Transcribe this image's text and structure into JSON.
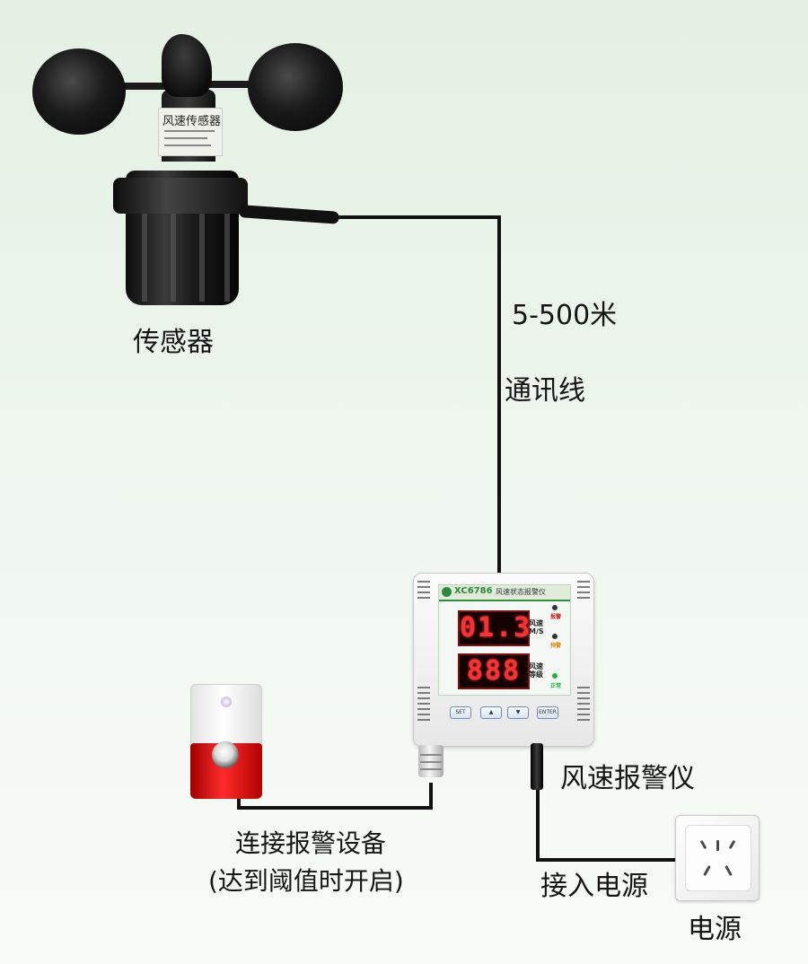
{
  "labels": {
    "sensor": "传感器",
    "cable_length": "5-500米",
    "cable_type": "通讯线",
    "controller": "风速报警仪",
    "alarm_device_line1": "连接报警设备",
    "alarm_device_line2": "(达到阈值时开启)",
    "power_in": "接入电源",
    "power_source": "电源"
  },
  "sensor_label_text": "风速传感器",
  "controller_panel": {
    "model": "XC6786",
    "name": "风速状态报警仪",
    "display1_value": "01.3",
    "display1_unit_line1": "风速",
    "display1_unit_line2": "M/S",
    "display2_value": "888",
    "display2_unit_line1": "风速",
    "display2_unit_line2": "等级",
    "led_labels": [
      "报警",
      "预警",
      "正常"
    ],
    "led_colors": [
      "#d02020",
      "#e08a10",
      "#21b33a"
    ],
    "buttons": [
      "SET",
      "▲",
      "▼",
      "ENTER"
    ]
  },
  "colors": {
    "wire": "#111111",
    "panel_accent": "#2e8b3d",
    "display_digits": "#ff3030",
    "strobe_red": "#e01010"
  }
}
